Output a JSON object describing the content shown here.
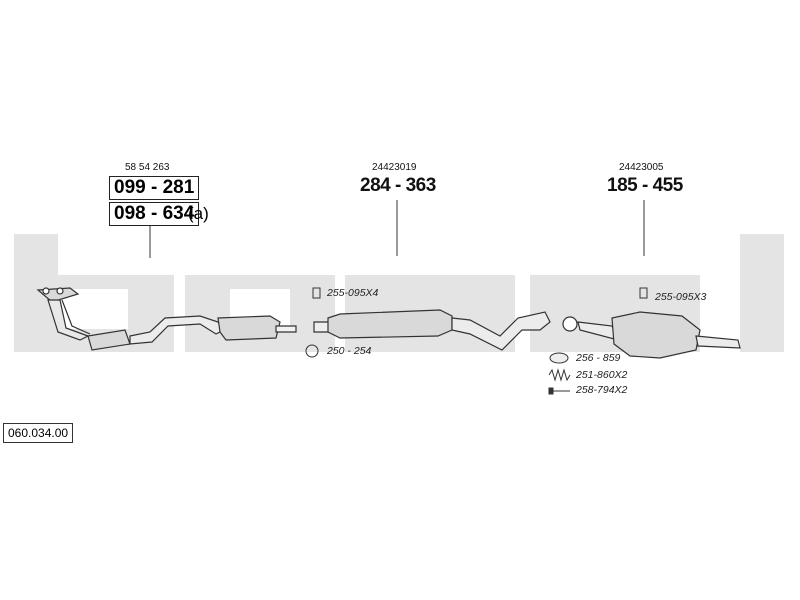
{
  "diagram_code": "060.034.00",
  "watermark_text": "bosal",
  "colors": {
    "watermark": "#e3e3e3",
    "line": "#333333",
    "part_fill": "#d9d9d9"
  },
  "groups": [
    {
      "oe_number": "58 54 263",
      "parts": [
        "099-281",
        "098-634"
      ],
      "suffix": "(a)"
    },
    {
      "oe_number": "24423019",
      "parts": [
        "284-363"
      ]
    },
    {
      "oe_number": "24423005",
      "parts": [
        "185-455"
      ]
    }
  ],
  "accessories": [
    {
      "label": "255-095X4",
      "icon": "clamp-icon"
    },
    {
      "label": "250-254",
      "icon": "clamp-ring-icon"
    },
    {
      "label": "255-095X3",
      "icon": "clamp-icon"
    },
    {
      "label": "256-859",
      "icon": "gasket-icon"
    },
    {
      "label": "251-860X2",
      "icon": "spring-icon"
    },
    {
      "label": "258-794X2",
      "icon": "bolt-icon"
    }
  ]
}
